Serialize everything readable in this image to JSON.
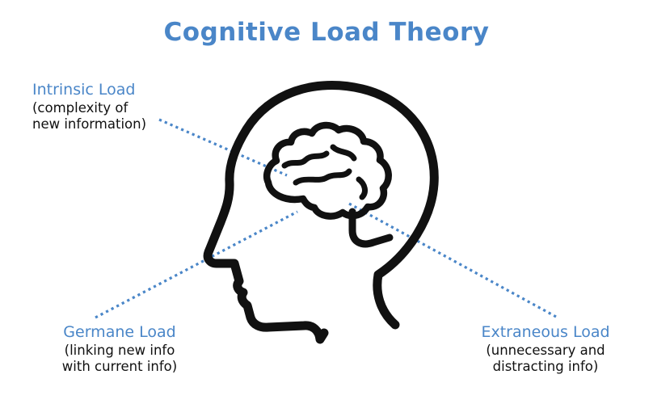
{
  "title": "Cognitive Load Theory",
  "colors": {
    "accent": "#4a86c8",
    "ink": "#111111",
    "background": "#ffffff"
  },
  "central_figure": {
    "icon": "human-head-brain-icon"
  },
  "labels": {
    "intrinsic": {
      "name": "Intrinsic Load",
      "desc_line1": "(complexity of",
      "desc_line2": "new information)"
    },
    "germane": {
      "name": "Germane Load",
      "desc_line1": "(linking new info",
      "desc_line2": "with current info)"
    },
    "extraneous": {
      "name": "Extraneous Load",
      "desc_line1": "(unnecessary and",
      "desc_line2": "distracting info)"
    }
  }
}
